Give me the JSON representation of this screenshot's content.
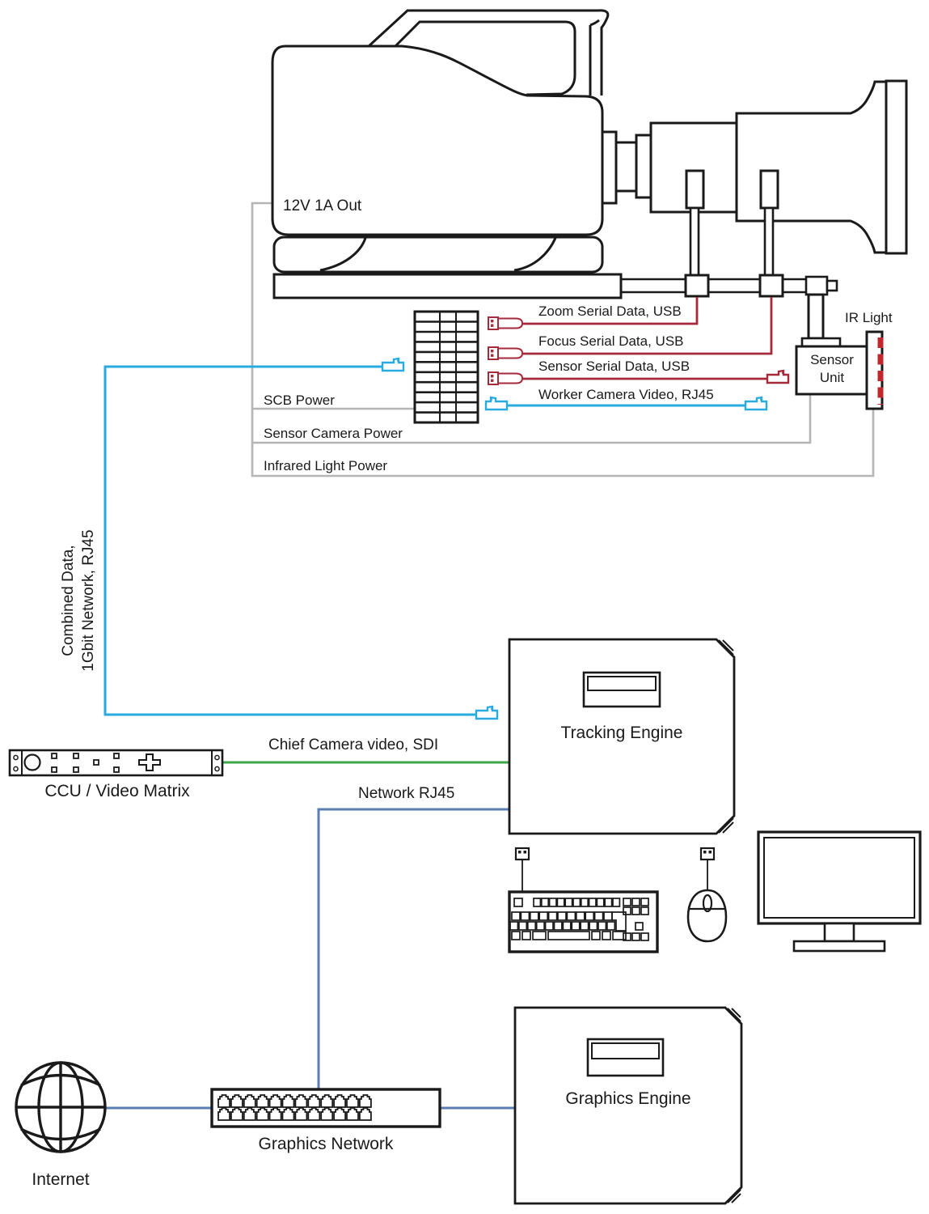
{
  "diagram": {
    "camera": {
      "power_out_label": "12V 1A Out"
    },
    "cables": {
      "zoom_serial": "Zoom Serial Data, USB",
      "focus_serial": "Focus Serial Data, USB",
      "sensor_serial": "Sensor Serial Data, USB",
      "worker_video": "Worker Camera Video, RJ45",
      "scb_power": "SCB Power",
      "sensor_camera_power": "Sensor Camera Power",
      "infrared_power": "Infrared Light Power",
      "combined_data": "Combined Data,\n1Gbit Network, RJ45",
      "chief_video": "Chief Camera video, SDI",
      "network": "Network RJ45"
    },
    "nodes": {
      "ir_light": "IR Light",
      "sensor_unit": "Sensor\nUnit",
      "ccu": "CCU / Video Matrix",
      "tracking_engine": "Tracking Engine",
      "graphics_engine": "Graphics Engine",
      "graphics_network": "Graphics Network",
      "internet": "Internet"
    },
    "colors": {
      "ink": "#1a1a1a",
      "usb_red": "#a52a3c",
      "rj45_cyan": "#29abe2",
      "sdi_green": "#3aa648",
      "network_blue": "#5a7db4",
      "power_gray": "#b5b5b5",
      "ir_led_red": "#c1272d"
    }
  }
}
